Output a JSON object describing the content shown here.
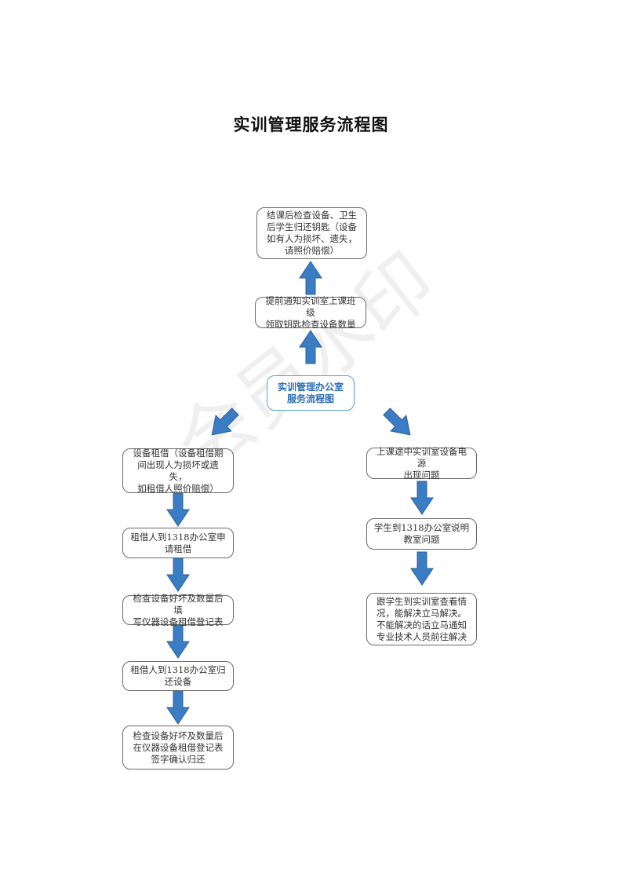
{
  "title": "实训管理服务流程图",
  "watermark": "会员水印",
  "nodes": {
    "after_class": "结课后检查设备、卫生\n后学生归还钥匙（设备\n如有人为损坏、遗失，\n请照价赔偿）",
    "notify": "提前通知实训室上课班级\n领取钥匙检查设备数量",
    "center": "实训管理办公室\n服务流程图",
    "borrow": "设备租借（设备租借期\n间出现人为损坏或遗失，\n如租借人照价赔偿）",
    "apply": "租借人到1318办公室申\n请租借",
    "check_fill": "检查设备好坏及数量后填\n写仪器设备租借登记表",
    "return": "租借人到1318办公室归\n还设备",
    "check_sign": "检查设备好坏及数量后\n在仪器设备租借登记表\n签字确认归还",
    "power_issue": "上课途中实训室设备电源\n出现问题",
    "report": "学生到1318办公室说明\n教室问题",
    "resolve": "跟学生到实训室查看情\n况，能解决立马解决。\n不能解决的话立马通知\n专业技术人员前往解决"
  },
  "colors": {
    "arrow": "#3a7dc4",
    "arrow_edge": "#2a5f9a",
    "box_border": "#6a6a6a",
    "center_border": "#5aa0d8",
    "center_text": "#2b6cb5"
  }
}
